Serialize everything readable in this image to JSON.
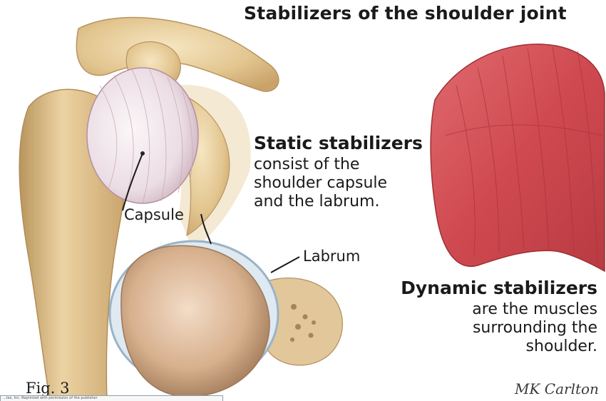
{
  "title": "Stabilizers of the shoulder joint",
  "static": {
    "heading": "Static stabilizers",
    "lines": [
      "consist of the",
      "shoulder capsule",
      "and the labrum."
    ]
  },
  "dynamic": {
    "heading": "Dynamic stabilizers",
    "lines": [
      "are the muscles",
      "surrounding the",
      "shoulder."
    ]
  },
  "labels": {
    "capsule": "Capsule",
    "labrum": "Labrum"
  },
  "figure_label": "Fig. 3",
  "signature": "MK Carlton",
  "credit": "...tes, Inc. Reprinted with permission of the publisher",
  "colors": {
    "bone": "#e8cf9c",
    "capsule": "#efe4ea",
    "muscle": "#cf4a50",
    "text": "#1a1a1a"
  }
}
